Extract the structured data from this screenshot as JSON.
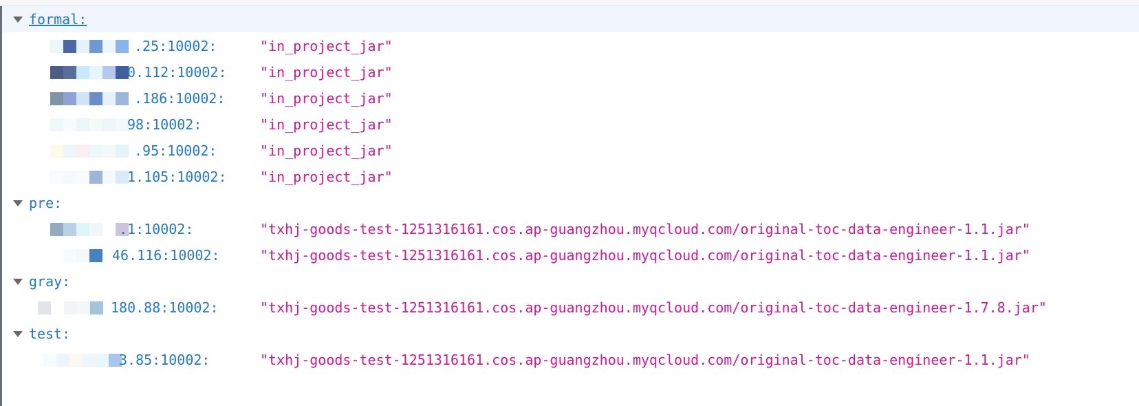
{
  "tree": [
    {
      "key": "formal:",
      "items": [
        {
          "key": ".25:10002:",
          "value": "\"in_project_jar\""
        },
        {
          "key": "0.112:10002:",
          "value": "\"in_project_jar\""
        },
        {
          "key": ".186:10002:",
          "value": "\"in_project_jar\""
        },
        {
          "key": "98:10002:",
          "value": "\"in_project_jar\""
        },
        {
          "key": ".95:10002:",
          "value": "\"in_project_jar\""
        },
        {
          "key": "1.105:10002:",
          "value": "\"in_project_jar\""
        }
      ]
    },
    {
      "key": "pre:",
      "items": [
        {
          "key": ".1:10002:",
          "value": "\"txhj-goods-test-1251316161.cos.ap-guangzhou.myqcloud.com/original-toc-data-engineer-1.1.jar\""
        },
        {
          "key": "46.116:10002:",
          "value": "\"txhj-goods-test-1251316161.cos.ap-guangzhou.myqcloud.com/original-toc-data-engineer-1.1.jar\""
        }
      ]
    },
    {
      "key": "gray:",
      "items": [
        {
          "key": "180.88:10002:",
          "value": "\"txhj-goods-test-1251316161.cos.ap-guangzhou.myqcloud.com/original-toc-data-engineer-1.7.8.jar\""
        }
      ]
    },
    {
      "key": "test:",
      "items": [
        {
          "key": "3.85:10002:",
          "value": "\"txhj-goods-test-1251316161.cos.ap-guangzhou.myqcloud.com/original-toc-data-engineer-1.1.jar\""
        }
      ]
    }
  ],
  "colors": {
    "key": "#2277d1",
    "value": "#d6178f",
    "hover_row": "#f0f6fc",
    "twisty": "#6a6a6a"
  },
  "icons": {
    "expand": "triangle-down-icon"
  }
}
